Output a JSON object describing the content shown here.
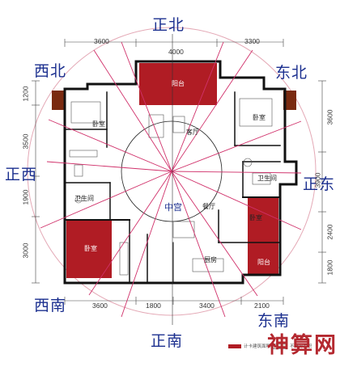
{
  "directions": {
    "north": "正北",
    "northeast": "东北",
    "east": "正东",
    "southeast": "东南",
    "south": "正南",
    "southwest": "西南",
    "west": "正西",
    "northwest": "西北"
  },
  "center_label": "中宫",
  "rooms": {
    "bedroom_nw": "卧室",
    "bedroom_ne": "卧室",
    "bedroom_e": "卧室",
    "bedroom_sw": "卧室",
    "living_room": "客厅",
    "dining_room": "餐厅",
    "kitchen": "厨房",
    "bathroom_w": "卫生间",
    "bathroom_e": "卫生间",
    "balcony_n": "阳台",
    "balcony_se": "阳台"
  },
  "dimensions": {
    "top": [
      "3600",
      "4000",
      "3300"
    ],
    "bottom": [
      "3600",
      "1800",
      "3400",
      "2100"
    ],
    "left": [
      "1200",
      "3500",
      "1900",
      "3000"
    ],
    "right": [
      "3600",
      "3900",
      "2400",
      "1800"
    ]
  },
  "legend": {
    "label_1": "计卡建筑面积",
    "label_2": "不计算面积"
  },
  "watermark": "神算网",
  "colors": {
    "direction_text": "#1b2f8f",
    "highlight_red": "#b01c24",
    "wall": "#111111",
    "wall_brown": "#7a2a10",
    "sector_lines": "#d0306a"
  }
}
